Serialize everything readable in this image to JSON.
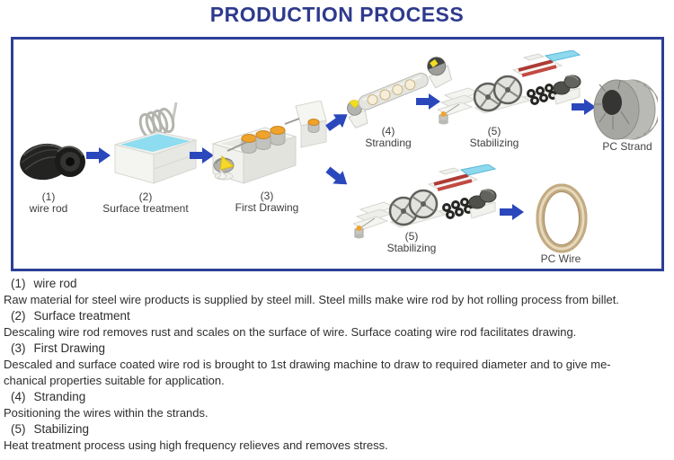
{
  "title": "PRODUCTION PROCESS",
  "colors": {
    "title_navy": "#2e3a8c",
    "box_border": "#2c3f96",
    "arrow_blue": "#2b47bc",
    "body_text": "#2e2e2e",
    "liquid_cyan": "#8edcef",
    "accent_orange": "#f0a32b",
    "accent_yellow": "#f2de20",
    "heater_red": "#ae3a36",
    "pc_wire_tan": "#c3ab83"
  },
  "diagram": {
    "stages": [
      {
        "number": "(1)",
        "label": "wire rod"
      },
      {
        "number": "(2)",
        "label": "Surface treatment"
      },
      {
        "number": "(3)",
        "label": "First Drawing"
      },
      {
        "number": "(4)",
        "label": "Stranding"
      },
      {
        "number": "(5)",
        "label": "Stabilizing"
      },
      {
        "number": "(5)",
        "label": "Stabilizing"
      }
    ],
    "products": [
      {
        "label": "PC Strand"
      },
      {
        "label": "PC Wire"
      }
    ]
  },
  "descriptions": [
    {
      "number": "(1)",
      "heading": "wire rod",
      "lines": [
        "Raw material for steel wire products is supplied by steel mill. Steel mills make wire rod by hot rolling process from billet."
      ]
    },
    {
      "number": "(2)",
      "heading": "Surface treatment",
      "lines": [
        "Descaling wire rod removes rust and scales on the surface of wire. Surface coating wire rod facilitates drawing."
      ]
    },
    {
      "number": "(3)",
      "heading": "First Drawing",
      "lines": [
        "Descaled and surface coated wire rod is brought to 1st drawing machine to draw to required diameter and to give me-",
        "chanical properties suitable for application."
      ]
    },
    {
      "number": "(4)",
      "heading": "Stranding",
      "lines": [
        "Positioning the wires within the strands."
      ]
    },
    {
      "number": "(5)",
      "heading": "Stabilizing",
      "lines": [
        "Heat treatment process using high frequency relieves and removes stress."
      ]
    }
  ]
}
